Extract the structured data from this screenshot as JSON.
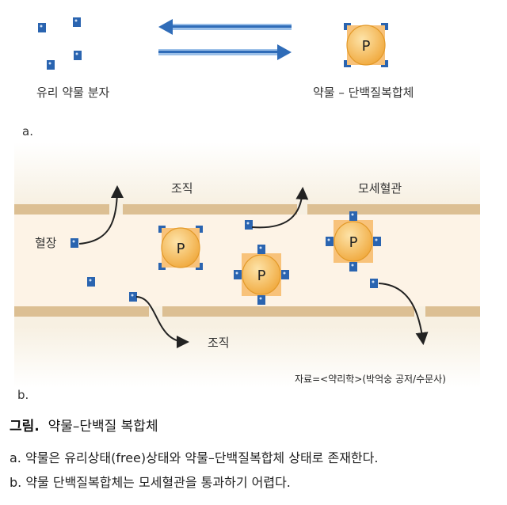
{
  "panel_a": {
    "free_label": "유리 약물 분자",
    "complex_label": "약물 – 단백질복합체",
    "panel_letter": "a.",
    "protein_letter": "P"
  },
  "panel_b": {
    "tissue_top": "조직",
    "capillary": "모세혈관",
    "plasma": "혈장",
    "tissue_bottom": "조직",
    "source": "자료=<약리학>(박억숭 공저/수문사)",
    "panel_letter": "b.",
    "protein_letter": "P"
  },
  "caption": {
    "title_prefix": "그림.",
    "title": "약물–단백질 복합체",
    "line_a": "a. 약물은 유리상태(free)상태와 약물–단백질복합체 상태로 존재한다.",
    "line_b": "b. 약물 단백질복합체는 모세혈관을 통과하기 어렵다."
  },
  "colors": {
    "drug": "#2a64b0",
    "protein": "#f3b14a",
    "wall": "#dcbf93",
    "plasma": "#fdf3e6",
    "arrow": "#3a78c4"
  }
}
